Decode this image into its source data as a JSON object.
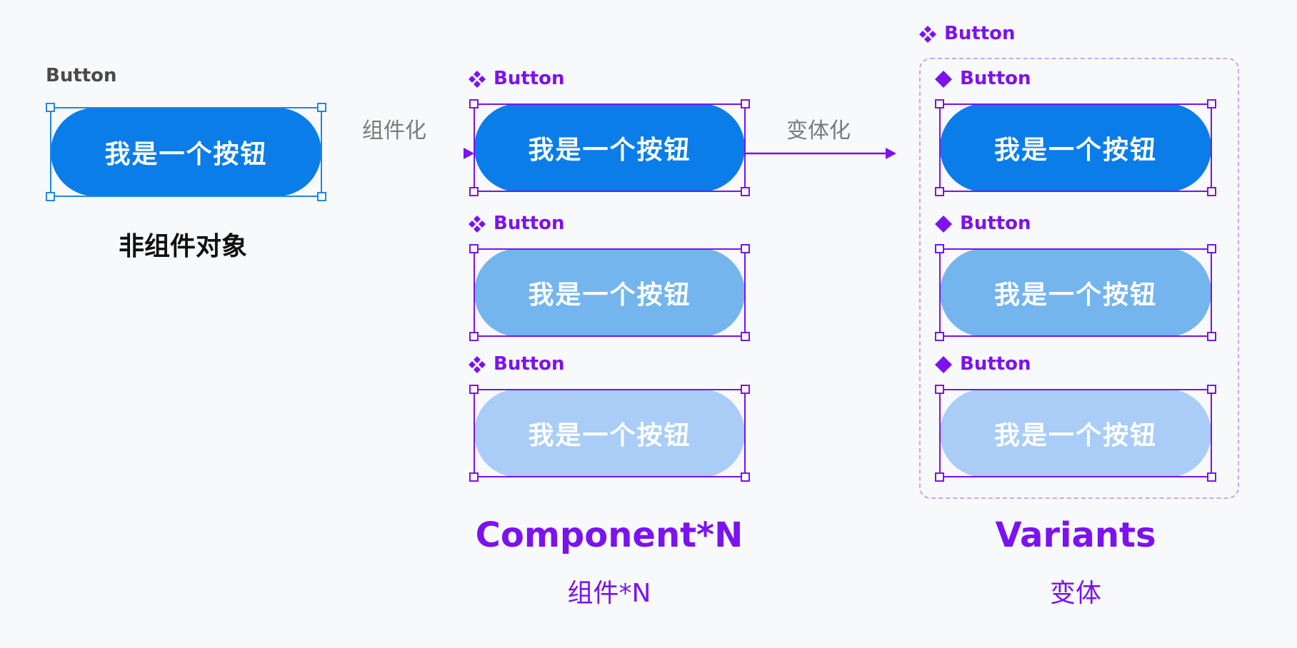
{
  "colors": {
    "background": "#f8f9fa",
    "purple_accent": "#7b12f0",
    "blue_selection": "#1e88e5",
    "button_primary": "#0a7de9",
    "button_medium": "#74b5ee",
    "button_light": "#a9cdf7",
    "arrow_label_gray": "#7a7a7a",
    "dashed_border": "#c9a6f5"
  },
  "plain": {
    "layer_label": "Button",
    "button_text": "我是一个按钮",
    "caption": "非组件对象"
  },
  "arrows": {
    "componentize": "组件化",
    "variantize": "变体化"
  },
  "components": {
    "icon": "component-icon",
    "items": [
      {
        "label": "Button",
        "text": "我是一个按钮",
        "color": "#0a7de9"
      },
      {
        "label": "Button",
        "text": "我是一个按钮",
        "color": "#74b5ee"
      },
      {
        "label": "Button",
        "text": "我是一个按钮",
        "color": "#a9cdf7"
      }
    ],
    "title": "Component*N",
    "subtitle": "组件*N"
  },
  "variants": {
    "set_label": "Button",
    "set_icon": "component-set-icon",
    "variant_icon": "variant-icon",
    "items": [
      {
        "label": "Button",
        "text": "我是一个按钮",
        "color": "#0a7de9"
      },
      {
        "label": "Button",
        "text": "我是一个按钮",
        "color": "#74b5ee"
      },
      {
        "label": "Button",
        "text": "我是一个按钮",
        "color": "#a9cdf7"
      }
    ],
    "title": "Variants",
    "subtitle": "变体"
  }
}
